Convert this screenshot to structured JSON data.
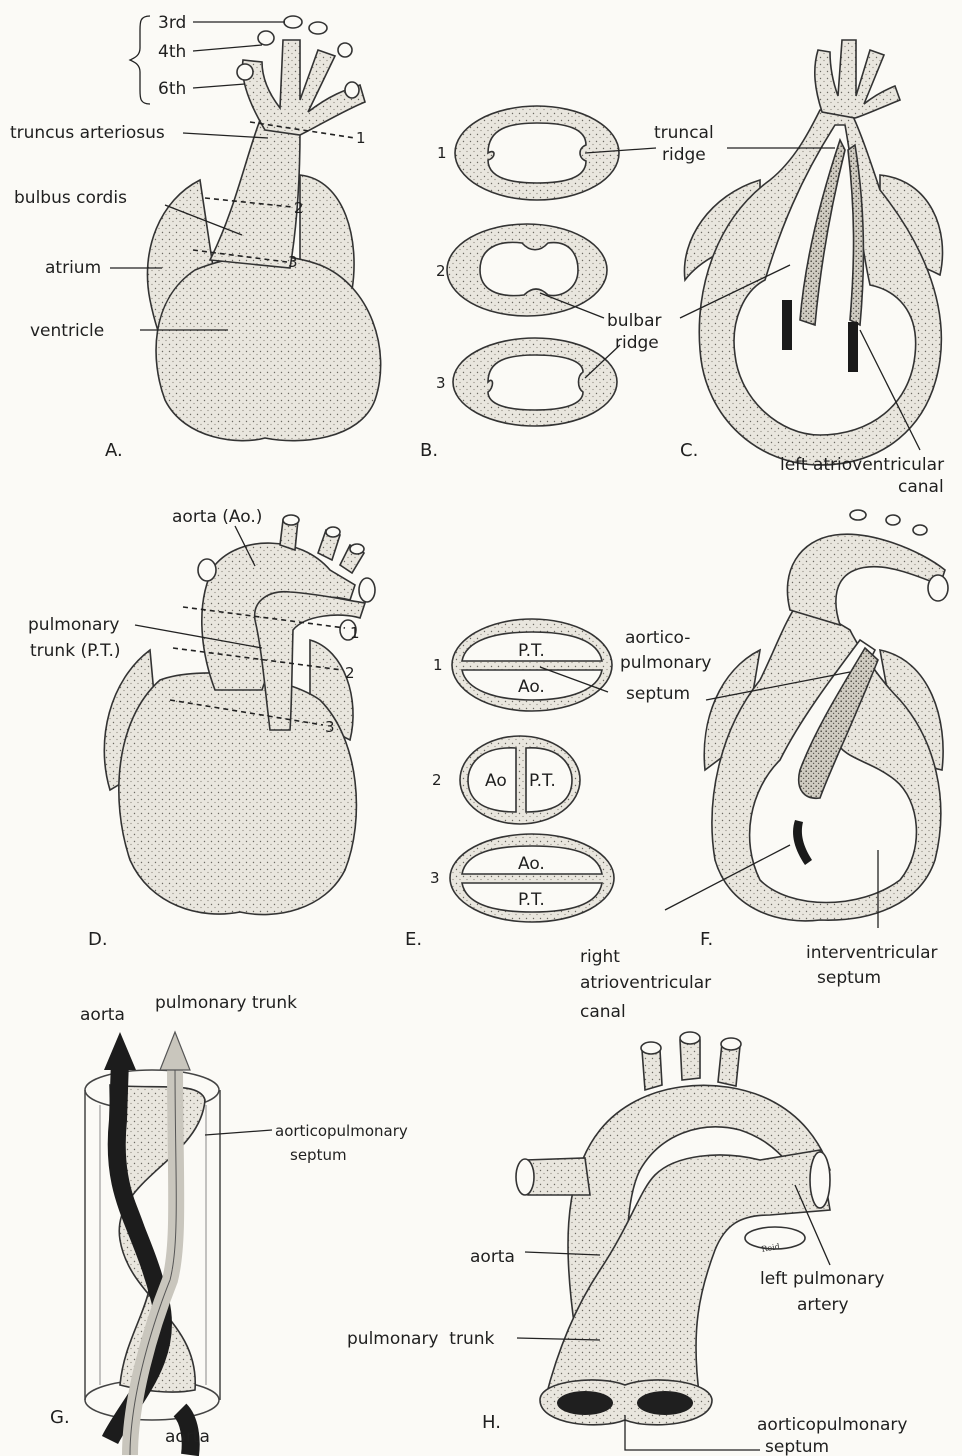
{
  "panel_letters": {
    "A": "A.",
    "B": "B.",
    "C": "C.",
    "D": "D.",
    "E": "E.",
    "F": "F.",
    "G": "G.",
    "H": "H."
  },
  "panel_a": {
    "arch_3rd": "3rd",
    "arch_4th": "4th",
    "arch_6th": "6th",
    "truncus_arteriosus": "truncus arteriosus",
    "bulbus_cordis": "bulbus cordis",
    "atrium": "atrium",
    "ventricle": "ventricle",
    "section_1": "1",
    "section_2": "2",
    "section_3": "3"
  },
  "panel_b": {
    "section_1": "1",
    "section_2": "2",
    "section_3": "3",
    "truncal_ridge_line1": "truncal",
    "truncal_ridge_line2": "ridge",
    "bulbar_ridge_line1": "bulbar",
    "bulbar_ridge_line2": "ridge"
  },
  "panel_c": {
    "left_av_canal_line1": "left atrioventricular",
    "left_av_canal_line2": "canal"
  },
  "panel_d": {
    "aorta": "aorta (Ao.)",
    "pulmonary_trunk_line1": "pulmonary",
    "pulmonary_trunk_line2": "trunk (P.T.)",
    "section_1": "1",
    "section_2": "2",
    "section_3": "3"
  },
  "panel_e": {
    "section_1": "1",
    "section_2": "2",
    "section_3": "3",
    "sec1_top": "P.T.",
    "sec1_bottom": "Ao.",
    "sec2_left": "Ao",
    "sec2_right": "P.T.",
    "sec3_top": "Ao.",
    "sec3_bottom": "P.T.",
    "septum_line1": "aortico-",
    "septum_line2": "pulmonary",
    "septum_line3": "septum"
  },
  "panel_f": {
    "right_av_canal_line1": "right",
    "right_av_canal_line2": "atrioventricular",
    "right_av_canal_line3": "canal",
    "interventricular_line1": "interventricular",
    "interventricular_line2": "septum"
  },
  "panel_g": {
    "aorta_top": "aorta",
    "pulmonary_trunk": "pulmonary trunk",
    "septum_line1": "aorticopulmonary",
    "septum_line2": "septum",
    "aorta_bottom": "aorta"
  },
  "panel_h": {
    "aorta": "aorta",
    "left_pulmonary_line1": "left pulmonary",
    "left_pulmonary_line2": "artery",
    "pulmonary_trunk": "pulmonary  trunk",
    "septum_line1": "aorticopulmonary",
    "septum_line2": "septum",
    "signature": "Reid"
  }
}
